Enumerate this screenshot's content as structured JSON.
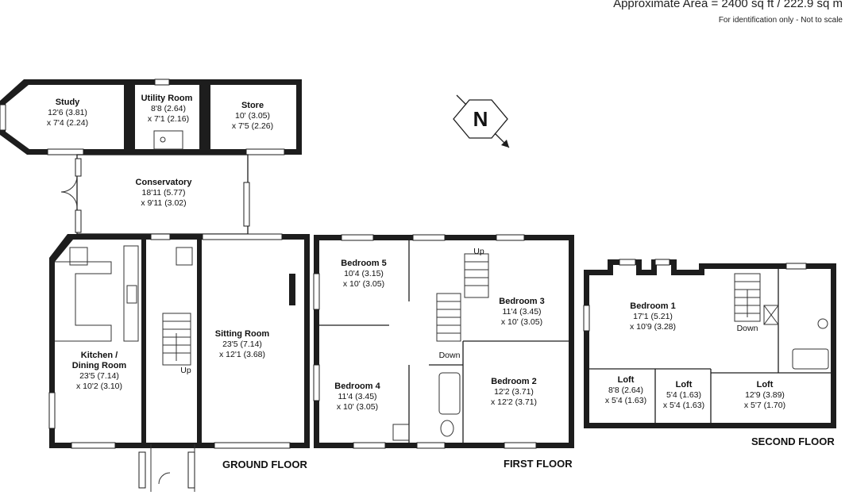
{
  "header": {
    "area": "Approximate Area = 2400 sq ft / 222.9 sq m",
    "note": "For identification only - Not to scale"
  },
  "compass": {
    "label": "N"
  },
  "floors": {
    "ground": "GROUND FLOOR",
    "first": "FIRST FLOOR",
    "second": "SECOND FLOOR"
  },
  "rooms": {
    "study": {
      "name": "Study",
      "dim1": "12'6 (3.81)",
      "dim2": "x 7'4 (2.24)"
    },
    "utility": {
      "name": "Utility Room",
      "dim1": "8'8 (2.64)",
      "dim2": "x 7'1 (2.16)"
    },
    "store": {
      "name": "Store",
      "dim1": "10' (3.05)",
      "dim2": "x 7'5 (2.26)"
    },
    "conservatory": {
      "name": "Conservatory",
      "dim1": "18'11 (5.77)",
      "dim2": "x 9'11 (3.02)"
    },
    "kitchen": {
      "name1": "Kitchen /",
      "name2": "Dining Room",
      "dim1": "23'5 (7.14)",
      "dim2": "x 10'2 (3.10)"
    },
    "sitting": {
      "name": "Sitting Room",
      "dim1": "23'5 (7.14)",
      "dim2": "x 12'1 (3.68)"
    },
    "bed5": {
      "name": "Bedroom 5",
      "dim1": "10'4 (3.15)",
      "dim2": "x 10' (3.05)"
    },
    "bed4": {
      "name": "Bedroom 4",
      "dim1": "11'4 (3.45)",
      "dim2": "x 10' (3.05)"
    },
    "bed3": {
      "name": "Bedroom 3",
      "dim1": "11'4 (3.45)",
      "dim2": "x 10' (3.05)"
    },
    "bed2": {
      "name": "Bedroom 2",
      "dim1": "12'2 (3.71)",
      "dim2": "x 12'2 (3.71)"
    },
    "bed1": {
      "name": "Bedroom 1",
      "dim1": "17'1 (5.21)",
      "dim2": "x 10'9 (3.28)"
    },
    "loft1": {
      "name": "Loft",
      "dim1": "8'8 (2.64)",
      "dim2": "x 5'4 (1.63)"
    },
    "loft2": {
      "name": "Loft",
      "dim1": "5'4 (1.63)",
      "dim2": "x 5'4 (1.63)"
    },
    "loft3": {
      "name": "Loft",
      "dim1": "12'9 (3.89)",
      "dim2": "x 5'7 (1.70)"
    }
  },
  "stairs": {
    "ground_up": "Up",
    "first_up": "Up",
    "first_down": "Down",
    "second_down": "Down"
  }
}
